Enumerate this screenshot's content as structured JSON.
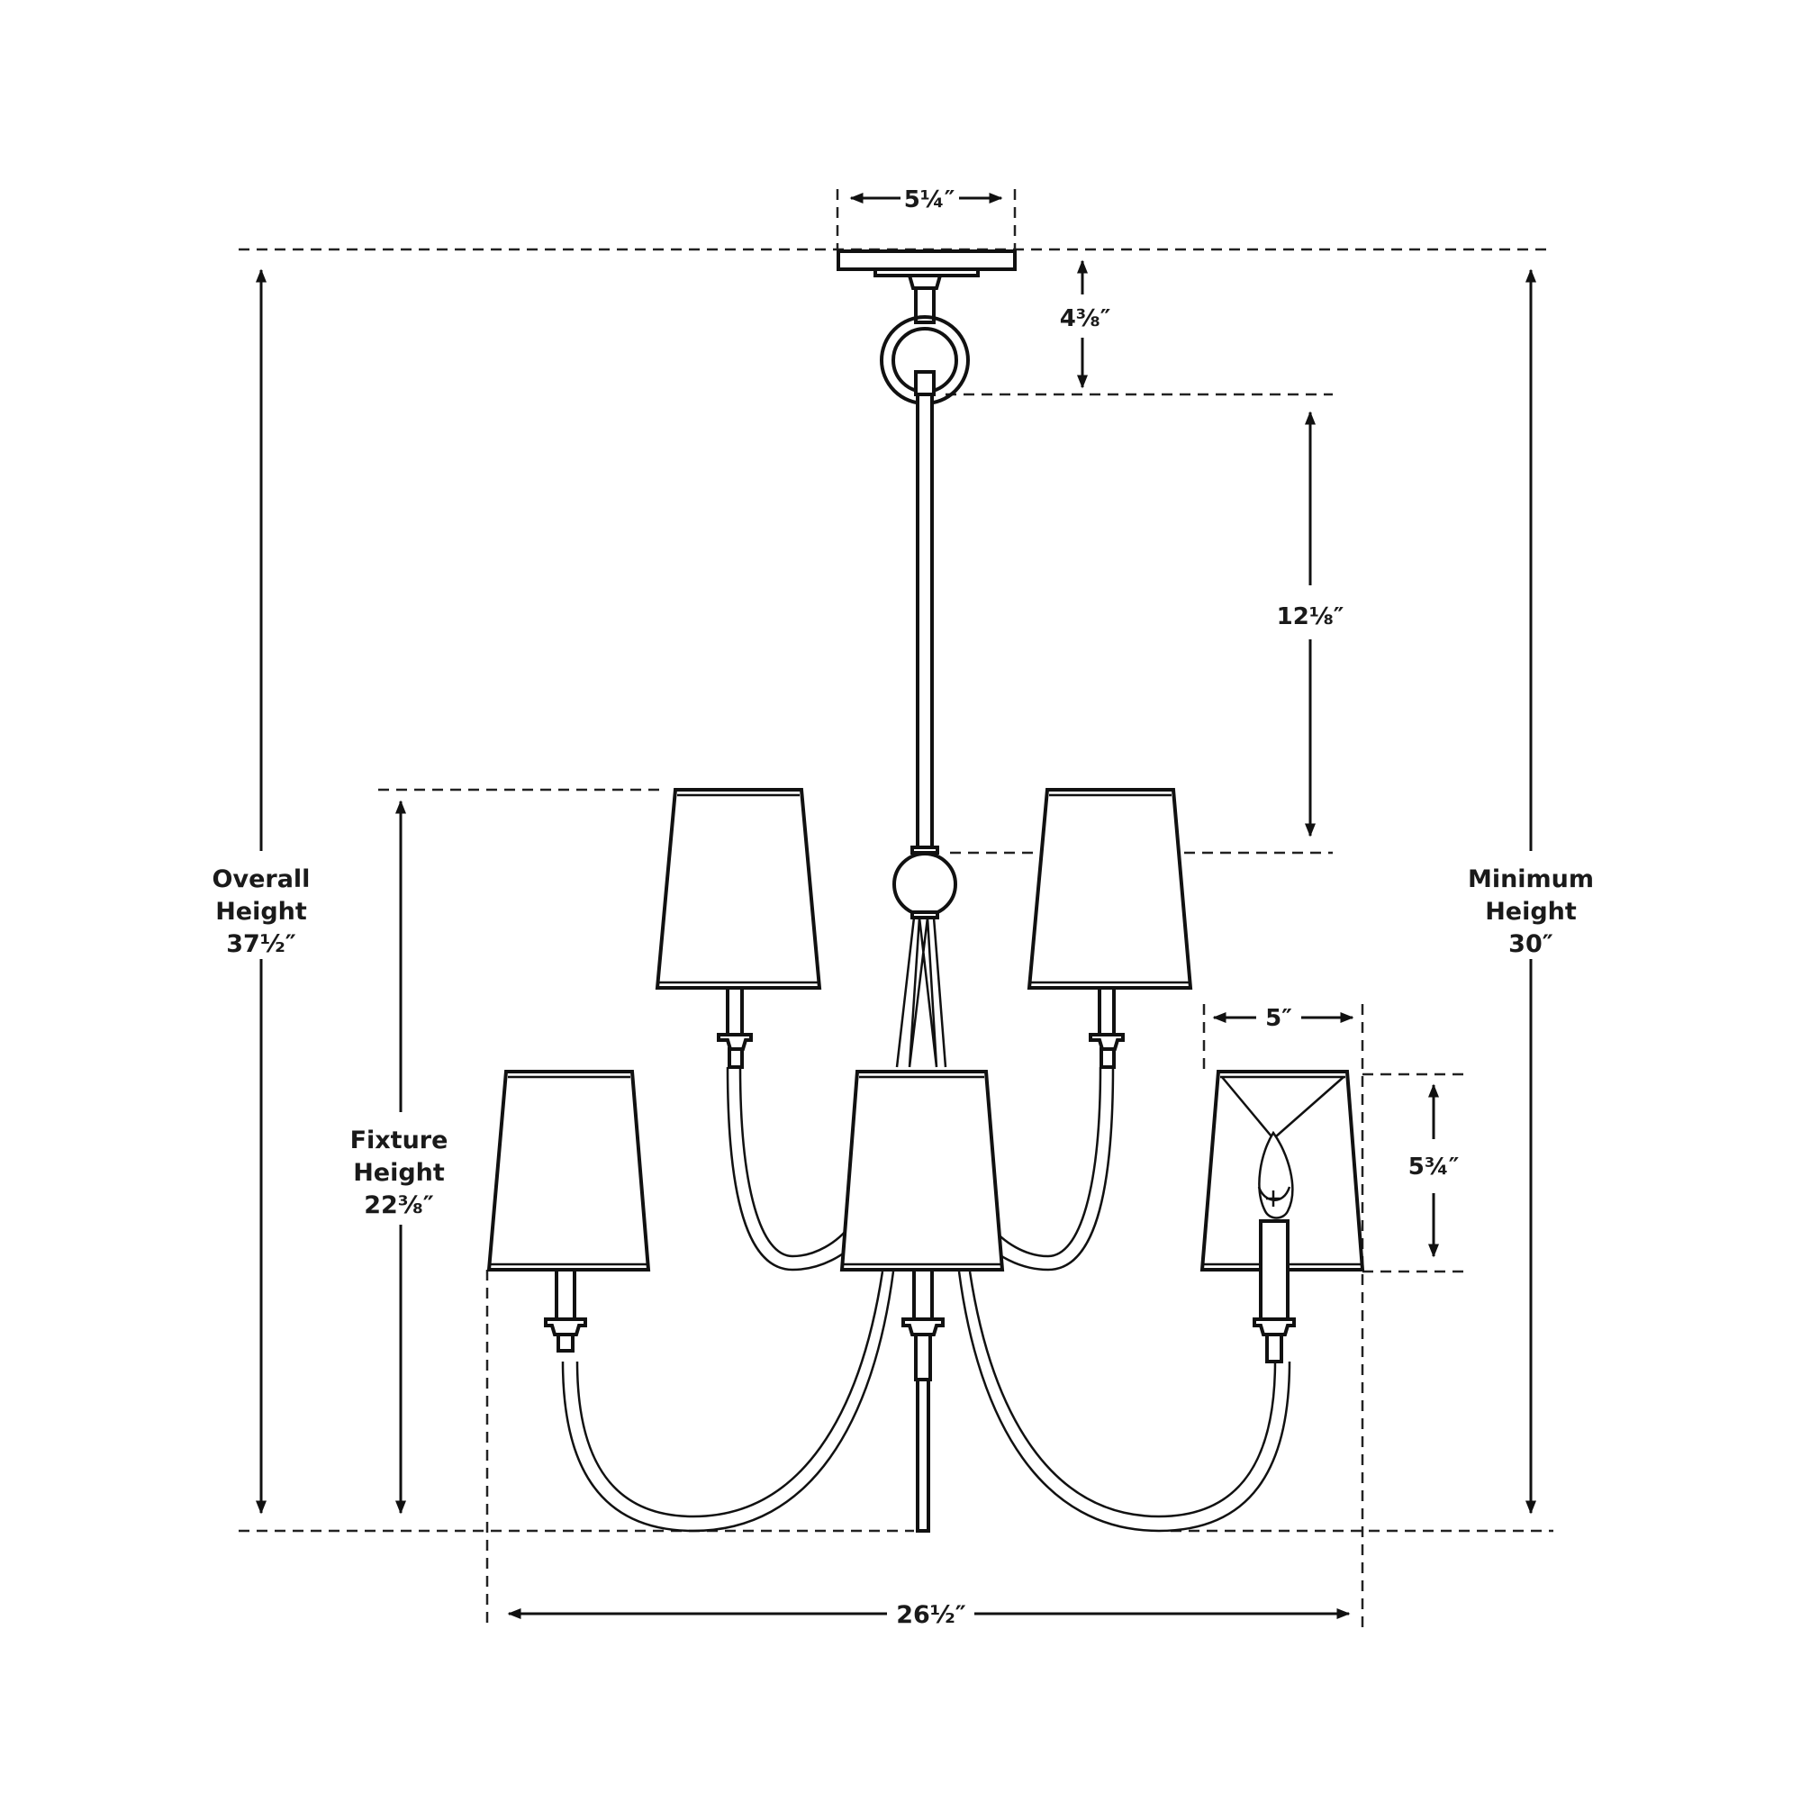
{
  "title": "Chandelier dimension drawing",
  "product": {
    "type": "six-light shaded chandelier",
    "lights": 6,
    "shades": {
      "upper_tier": 2,
      "lower_tier": 3,
      "detail_view_shade": 1
    }
  },
  "dimensions": {
    "canopy_width": {
      "value": "5¼″",
      "inches": 5.25
    },
    "canopy_to_stem": {
      "value": "4⅜″",
      "inches": 4.375
    },
    "stem_length": {
      "value": "12⅛″",
      "inches": 12.125
    },
    "overall_height": {
      "line1": "Overall",
      "line2": "Height",
      "value": "37½″",
      "inches": 37.5
    },
    "fixture_height": {
      "line1": "Fixture",
      "line2": "Height",
      "value": "22⅜″",
      "inches": 22.375
    },
    "minimum_height": {
      "line1": "Minimum",
      "line2": "Height",
      "value": "30″",
      "inches": 30
    },
    "shade_width": {
      "value": "5″",
      "inches": 5
    },
    "shade_height": {
      "value": "5¾″",
      "inches": 5.75
    },
    "overall_width": {
      "value": "26½″",
      "inches": 26.5
    }
  },
  "colors": {
    "line": "#111111",
    "background": "#ffffff"
  }
}
